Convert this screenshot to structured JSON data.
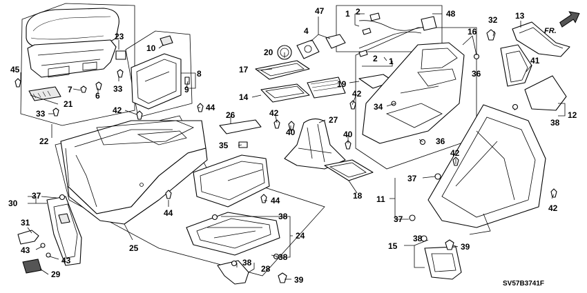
{
  "diagram": {
    "code": "SV57B3741F",
    "direction_label": "FR.",
    "callouts": {
      "c1a": "1",
      "c1b": "1",
      "c2a": "2",
      "c2b": "2",
      "c4": "4",
      "c6": "6",
      "c7": "7",
      "c8": "8",
      "c9": "9",
      "c10": "10",
      "c11": "11",
      "c12": "12",
      "c13": "13",
      "c14": "14",
      "c15": "15",
      "c16": "16",
      "c17": "17",
      "c18": "18",
      "c19": "19",
      "c20": "20",
      "c21": "21",
      "c22": "22",
      "c23": "23",
      "c24": "24",
      "c25": "25",
      "c26": "26",
      "c27": "27",
      "c28": "28",
      "c29": "29",
      "c30": "30",
      "c31": "31",
      "c32": "32",
      "c33a": "33",
      "c33b": "33",
      "c34": "34",
      "c35": "35",
      "c36a": "36",
      "c36b": "36",
      "c37a": "37",
      "c37b": "37",
      "c37c": "37",
      "c38a": "38",
      "c38b": "38",
      "c38c": "38",
      "c38d": "38",
      "c38e": "38",
      "c39a": "39",
      "c39b": "39",
      "c40a": "40",
      "c40b": "40",
      "c41": "41",
      "c42a": "42",
      "c42b": "42",
      "c42c": "42",
      "c42d": "42",
      "c42e": "42",
      "c43a": "43",
      "c43b": "43",
      "c44a": "44",
      "c44b": "44",
      "c44c": "44",
      "c45": "45",
      "c47": "47",
      "c48": "48"
    }
  }
}
